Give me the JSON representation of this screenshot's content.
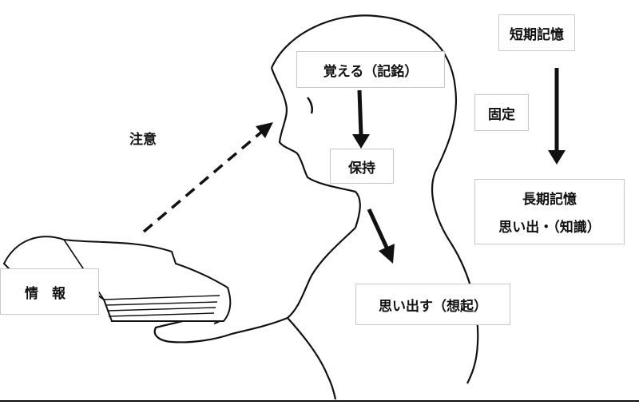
{
  "labels": {
    "short_term": "短期記憶",
    "memorize": "覚える（記銘）",
    "consolidate": "固定",
    "attention": "注意",
    "retain": "保持",
    "long_term_title": "長期記憶",
    "long_term_sub": "思い出・（知識）",
    "information": "情　報",
    "recall": "思い出す（想起）"
  },
  "colors": {
    "ink": "#111111",
    "box_border": "#c8c8c8",
    "background": "#ffffff"
  }
}
